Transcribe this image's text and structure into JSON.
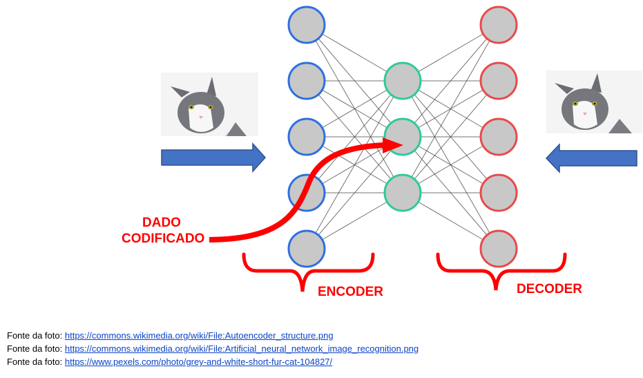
{
  "diagram": {
    "encoder_label": "ENCODER",
    "decoder_label": "DECODER",
    "encoded_label_line1": "DADO",
    "encoded_label_line2": "CODIFICADO",
    "layers": [
      {
        "name": "input",
        "nodes": 5,
        "ring_color": "#2f6fde"
      },
      {
        "name": "code",
        "nodes": 3,
        "ring_color": "#2fc99a"
      },
      {
        "name": "output",
        "nodes": 5,
        "ring_color": "#e84a4a"
      }
    ],
    "colors": {
      "node_fill": "#c8c8c8",
      "edge": "#444444",
      "arrow_fill": "#4472c4",
      "arrow_stroke": "#2f528f",
      "accent_red": "#ff0000"
    },
    "icons": [
      "cat-photo-input",
      "cat-photo-output",
      "arrow-right-icon",
      "arrow-left-icon",
      "curved-arrow-icon",
      "encoder-brace-icon",
      "decoder-brace-icon"
    ]
  },
  "sources": [
    {
      "prefix": "Fonte da foto:",
      "link": "https://commons.wikimedia.org/wiki/File:Autoencoder_structure.png"
    },
    {
      "prefix": "Fonte da foto:",
      "link": "https://commons.wikimedia.org/wiki/File:Artificial_neural_network_image_recognition.png"
    },
    {
      "prefix": "Fonte da foto:",
      "link": "https://www.pexels.com/photo/grey-and-white-short-fur-cat-104827/"
    }
  ]
}
